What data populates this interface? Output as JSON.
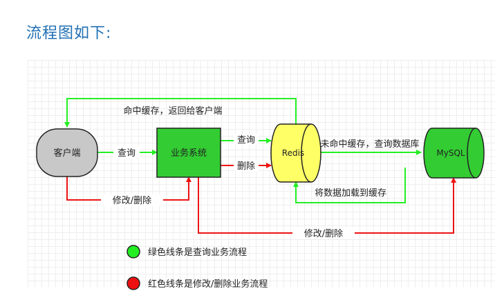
{
  "heading": "流程图如下:",
  "nodes": {
    "client": "客户端",
    "business": "业务系统",
    "redis": "Redis",
    "mysql": "MySQL"
  },
  "edges": {
    "hit_cache": "命中缓存，返回给客户端",
    "query_client": "查询",
    "query_redis": "查询",
    "delete_redis": "删除",
    "miss_cache": "未命中缓存，查询数据库",
    "load_cache": "将数据加载到缓存",
    "modify_client": "修改/删除",
    "modify_mysql": "修改/删除"
  },
  "legend": {
    "green": "绿色线条是查询业务流程",
    "red": "红色线条是修改/删除业务流程"
  },
  "colors": {
    "green": "#22ee22",
    "red": "#ee1111",
    "client_fill": "#c8c8c8",
    "business_fill": "#33cc33",
    "redis_fill": "#ffff66",
    "mysql_fill": "#33cc33"
  }
}
